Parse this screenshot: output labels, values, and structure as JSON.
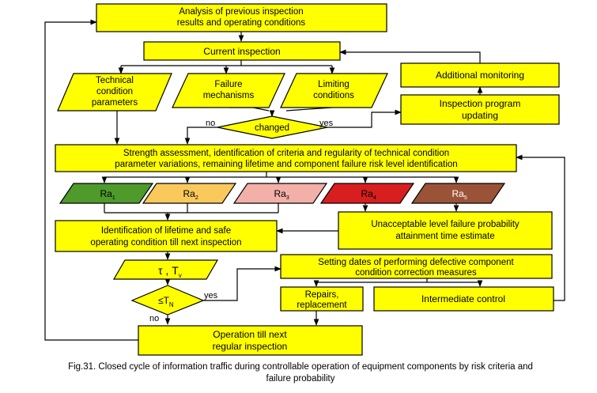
{
  "nodes": {
    "analysis": [
      "Analysis of previous inspection",
      "results and operating conditions"
    ],
    "current": [
      "Current inspection"
    ],
    "tech": [
      "Technical",
      "condition",
      "parameters"
    ],
    "failure": [
      "Failure",
      "mechanisms"
    ],
    "limiting": [
      "Limiting",
      "conditions"
    ],
    "additional": [
      "Additional monitoring"
    ],
    "program": [
      "Inspection program",
      "updating"
    ],
    "changed": [
      "changed"
    ],
    "strength": [
      "Strength assessment, identification of criteria and regularity of technical condition",
      "parameter variations, remaining lifetime and component failure risk level identification"
    ],
    "lifetime": [
      "Identification of lifetime and safe",
      "operating condition till next inspection"
    ],
    "unacceptable": [
      "Unacceptable level failure probability",
      "attainment time estimate"
    ],
    "tau": [
      "τ , T"
    ],
    "tau_sub": "v",
    "le": [
      "≤T"
    ],
    "le_sub": "N",
    "setting": [
      "Setting dates of performing defective component",
      "condition correction measures"
    ],
    "repairs": [
      "Repairs,",
      "replacement"
    ],
    "intermediate": [
      "Intermediate control"
    ],
    "operation": [
      "Operation till next",
      "regular inspection"
    ]
  },
  "risk_levels": [
    {
      "label": "Ra",
      "sub": "1",
      "color": "#4e9a2a",
      "text_color": "#000000"
    },
    {
      "label": "Ra",
      "sub": "2",
      "color": "#f9c95b",
      "text_color": "#000000"
    },
    {
      "label": "Ra",
      "sub": "3",
      "color": "#f2b0a8",
      "text_color": "#000000"
    },
    {
      "label": "Ra",
      "sub": "4",
      "color": "#d81e1e",
      "text_color": "#000000"
    },
    {
      "label": "Ra",
      "sub": "5",
      "color": "#9b5337",
      "text_color": "#ffffff"
    }
  ],
  "edge_labels": {
    "no_changed": "no",
    "yes_changed": "yes",
    "yes_tn": "yes",
    "no_tn": "no"
  },
  "caption": {
    "line1": "Fig.31. Closed cycle of information traffic during controllable operation of equipment components by risk criteria and",
    "line2": "failure probability"
  },
  "colors": {
    "box_fill": "#ffff00",
    "stroke": "#000000"
  }
}
